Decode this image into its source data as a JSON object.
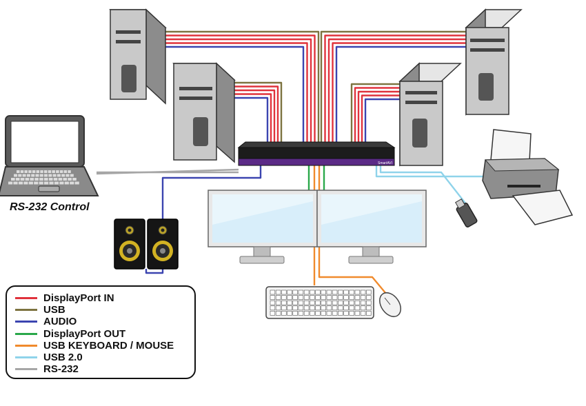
{
  "control_label": "RS-232 Control",
  "device_brand": "SmartAVI",
  "legend": [
    {
      "label": "DisplayPort IN",
      "color": "#e0323c"
    },
    {
      "label": "USB",
      "color": "#7d7340"
    },
    {
      "label": "AUDIO",
      "color": "#3b44b0"
    },
    {
      "label": "DisplayPort OUT",
      "color": "#2aa84a"
    },
    {
      "label": "USB KEYBOARD / MOUSE",
      "color": "#f08a2c"
    },
    {
      "label": "USB 2.0",
      "color": "#8fd3ea"
    },
    {
      "label": "RS-232",
      "color": "#a6a6a6"
    }
  ],
  "colors": {
    "switch_body": "#1c1c1c",
    "switch_accent": "#5b2a86",
    "tower_front": "#c9c9c9",
    "tower_side": "#8c8c8c",
    "monitor_screen": "#d8eefa"
  },
  "icons": [
    "desktop-tower-icon",
    "laptop-icon",
    "speaker-icon",
    "monitor-icon",
    "keyboard-icon",
    "mouse-icon",
    "printer-icon",
    "usb-drive-icon",
    "kvm-switch-icon"
  ]
}
